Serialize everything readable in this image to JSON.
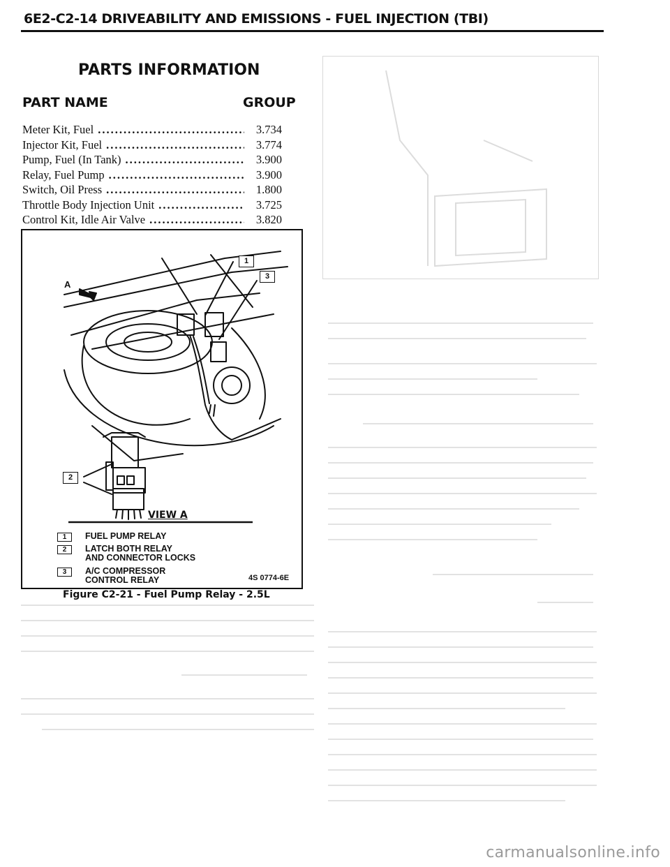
{
  "header": {
    "title": "6E2-C2-14 DRIVEABILITY AND EMISSIONS - FUEL INJECTION (TBI)"
  },
  "parts_info": {
    "title": "PARTS INFORMATION",
    "col_part_name": "PART NAME",
    "col_group": "GROUP",
    "rows": [
      {
        "name": "Meter Kit, Fuel",
        "group": "3.734"
      },
      {
        "name": "Injector Kit, Fuel",
        "group": "3.774"
      },
      {
        "name": "Pump, Fuel (In Tank)",
        "group": "3.900"
      },
      {
        "name": "Relay, Fuel Pump",
        "group": "3.900"
      },
      {
        "name": "Switch, Oil Press",
        "group": "1.800"
      },
      {
        "name": "Throttle Body Injection Unit",
        "group": "3.725"
      },
      {
        "name": "Control Kit, Idle Air Valve",
        "group": "3.820"
      }
    ]
  },
  "figure": {
    "caption": "Figure C2-21 - Fuel Pump Relay - 2.5L",
    "view_label": "VIEW A",
    "arrow_label": "A",
    "code": "4S 0774-6E",
    "callouts": [
      "1",
      "3",
      "2"
    ],
    "legend": [
      {
        "num": "1",
        "lines": [
          "FUEL PUMP RELAY"
        ]
      },
      {
        "num": "2",
        "lines": [
          "LATCH BOTH RELAY",
          "AND CONNECTOR LOCKS"
        ]
      },
      {
        "num": "3",
        "lines": [
          "A/C COMPRESSOR",
          "CONTROL RELAY"
        ]
      }
    ]
  },
  "watermark": "carmanualsonline.info"
}
